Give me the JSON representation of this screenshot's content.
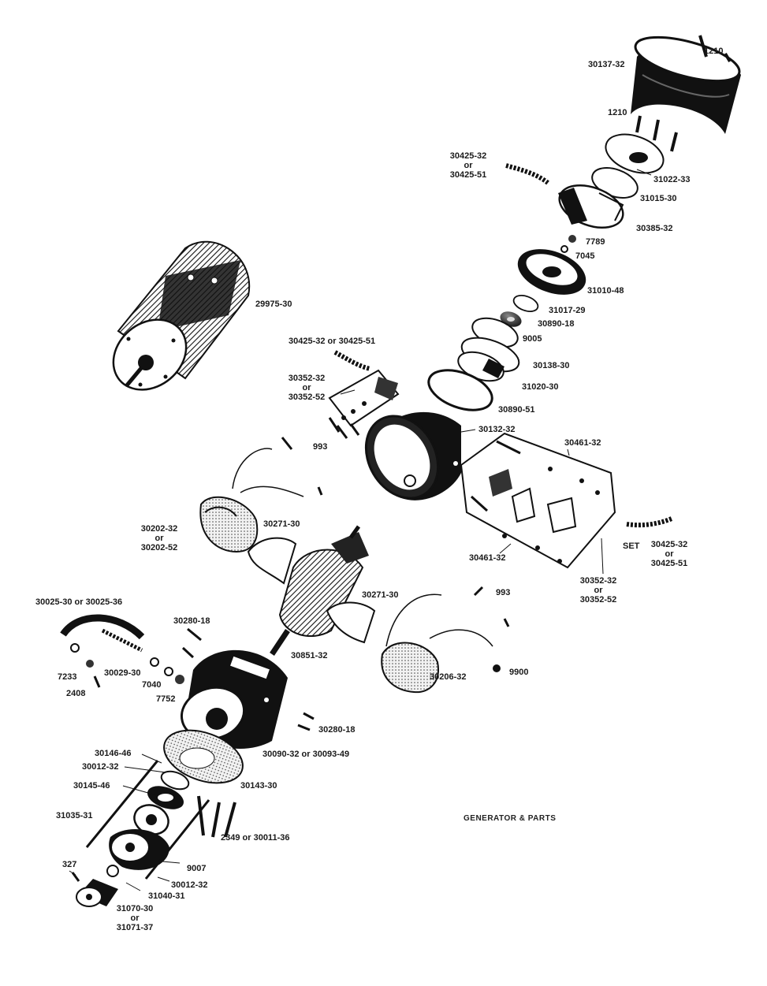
{
  "caption": "GENERATOR & PARTS",
  "labels": {
    "p1210_top": "1210",
    "p30137_32": "30137-32",
    "p1210": "1210",
    "p30425_top_a": "30425-32",
    "p30425_top_or": "or",
    "p30425_top_b": "30425-51",
    "p31022_33": "31022-33",
    "p31015_30": "31015-30",
    "p30385_32": "30385-32",
    "p7789": "7789",
    "p7045": "7045",
    "p31010_48": "31010-48",
    "p29975_30": "29975-30",
    "p31017_29": "31017-29",
    "p30890_18": "30890-18",
    "p9005": "9005",
    "p30425_mid": "30425-32 or 30425-51",
    "p30138_30": "30138-30",
    "p31020_30": "31020-30",
    "p30352_a": "30352-32",
    "p30352_or": "or",
    "p30352_b": "30352-52",
    "p30890_51": "30890-51",
    "p30132_32": "30132-32",
    "p993_left": "993",
    "p30461_32_top": "30461-32",
    "p30202_a": "30202-32",
    "p30202_or": "or",
    "p30202_b": "30202-52",
    "p30271_30_left": "30271-30",
    "p30461_32": "30461-32",
    "p_set": "SET",
    "p30425_right_a": "30425-32",
    "p30425_right_or": "or",
    "p30425_right_b": "30425-51",
    "p30352_right_a": "30352-32",
    "p30352_right_or": "or",
    "p30352_right_b": "30352-52",
    "p993_right": "993",
    "p30271_30_right": "30271-30",
    "p30025": "30025-30 or 30025-36",
    "p30280_18_top": "30280-18",
    "p30851_32": "30851-32",
    "p9900": "9900",
    "p7233": "7233",
    "p30029_30": "30029-30",
    "p7040": "7040",
    "p2408": "2408",
    "p7752": "7752",
    "p30206_32": "30206-32",
    "p30280_18": "30280-18",
    "p30090": "30090-32 or 30093-49",
    "p30146_46": "30146-46",
    "p30012_32_top": "30012-32",
    "p30145_46": "30145-46",
    "p30143_30": "30143-30",
    "p31035_31": "31035-31",
    "p2349": "2349 or 30011-36",
    "p9007": "9007",
    "p327": "327",
    "p30012_32": "30012-32",
    "p31040_31": "31040-31",
    "p31070_a": "31070-30",
    "p31070_or": "or",
    "p31070_b": "31071-37"
  }
}
